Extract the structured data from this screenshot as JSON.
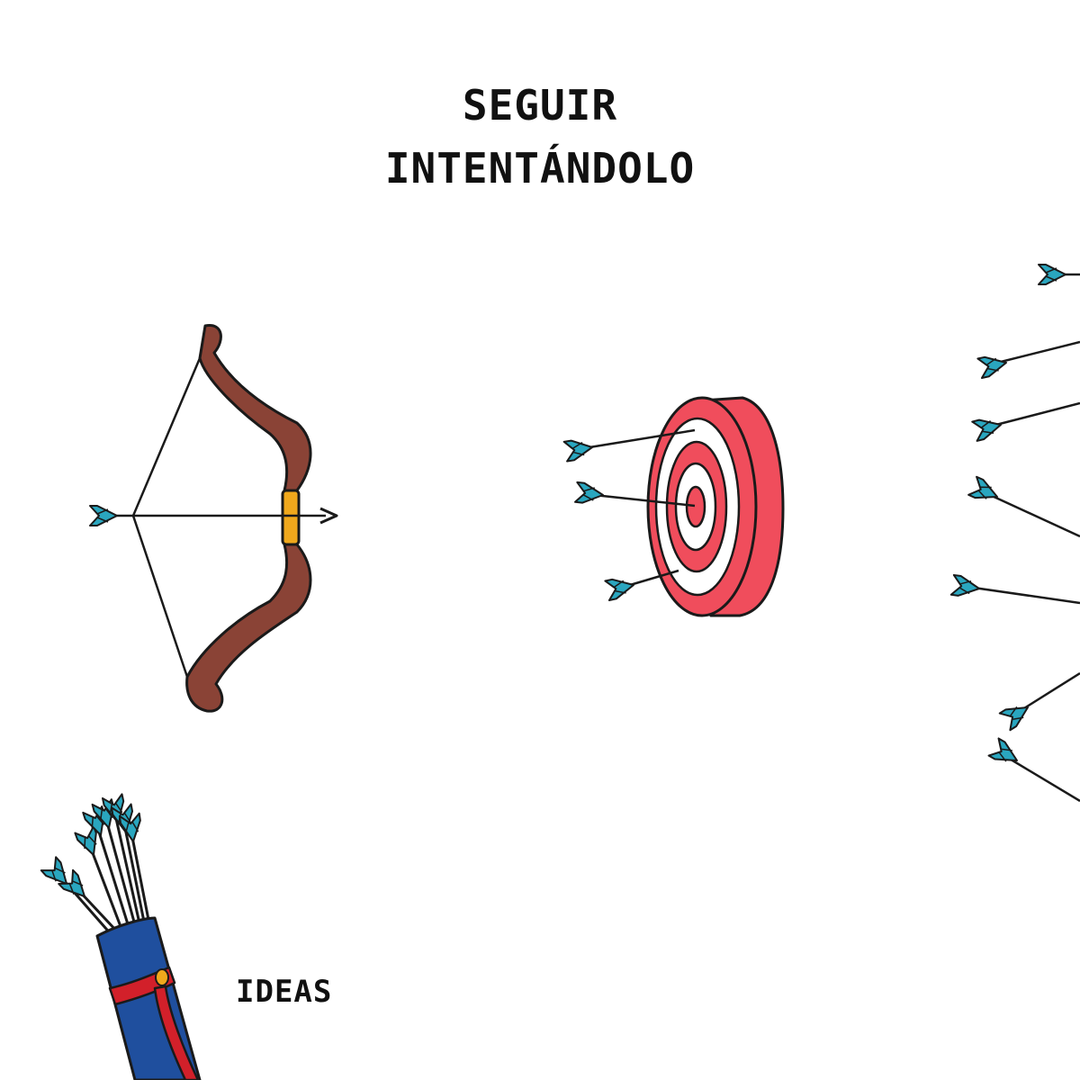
{
  "title": {
    "line1": "SEGUIR",
    "line2": "INTENTÁNDOLO"
  },
  "caption": "IDEAS",
  "colors": {
    "ink": "#111111",
    "bow_wood": "#8a4336",
    "bow_grip": "#f0a81c",
    "fletching": "#2aa6bf",
    "target_red": "#f04d5c",
    "target_white": "#ffffff",
    "quiver_blue": "#1f4f9e",
    "quiver_strap": "#d2202a"
  },
  "icons": [
    "bow-icon",
    "arrow-icon",
    "target-icon",
    "quiver-icon"
  ]
}
